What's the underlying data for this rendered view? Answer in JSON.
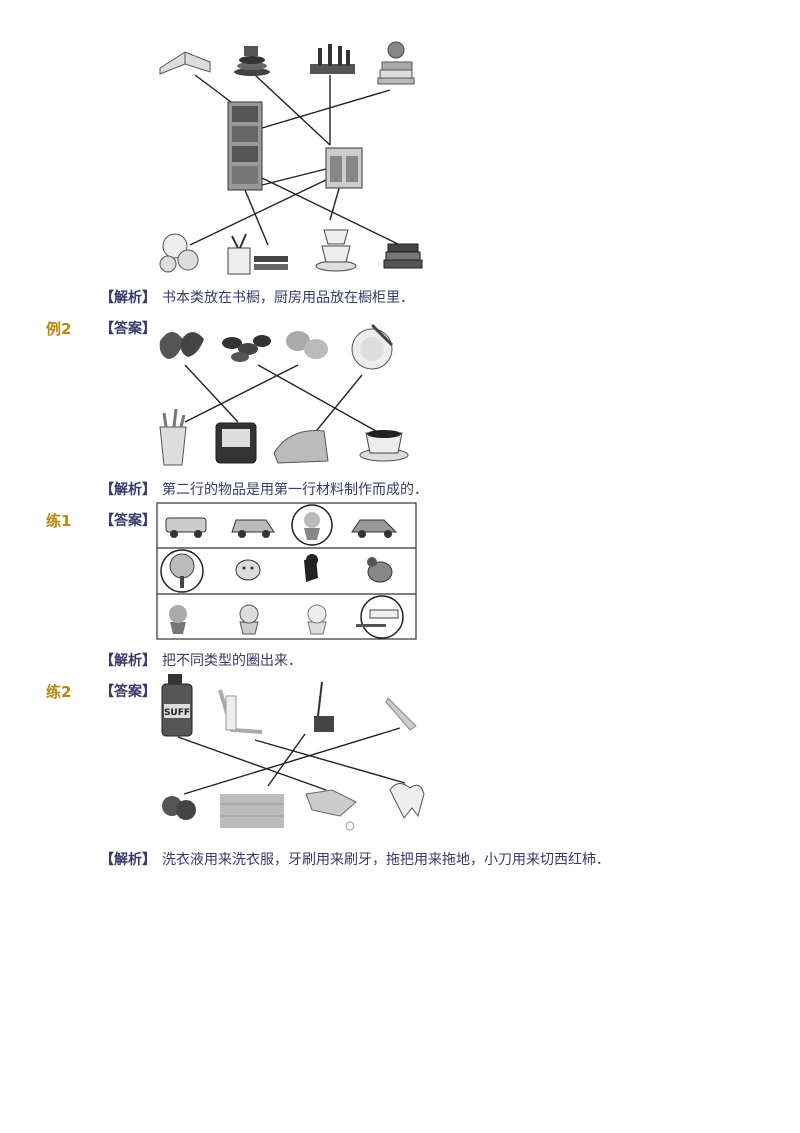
{
  "section_top": {
    "analysis_tag": "【解析】",
    "analysis_text": "书本类放在书橱，厨房用品放在橱柜里．"
  },
  "example2": {
    "label": "例2",
    "answer_tag": "【答案】",
    "analysis_tag": "【解析】",
    "analysis_text": "第二行的物品是用第一行材料制作而成的．"
  },
  "practice1": {
    "label": "练1",
    "answer_tag": "【答案】",
    "analysis_tag": "【解析】",
    "analysis_text": "把不同类型的圈出来．"
  },
  "practice2": {
    "label": "练2",
    "answer_tag": "【答案】",
    "analysis_tag": "【解析】",
    "analysis_text": "洗衣液用来洗衣服，牙刷用来刷牙，拖把用来拖地，小刀用来切西红柿．",
    "bottle_label": "SUFF"
  }
}
